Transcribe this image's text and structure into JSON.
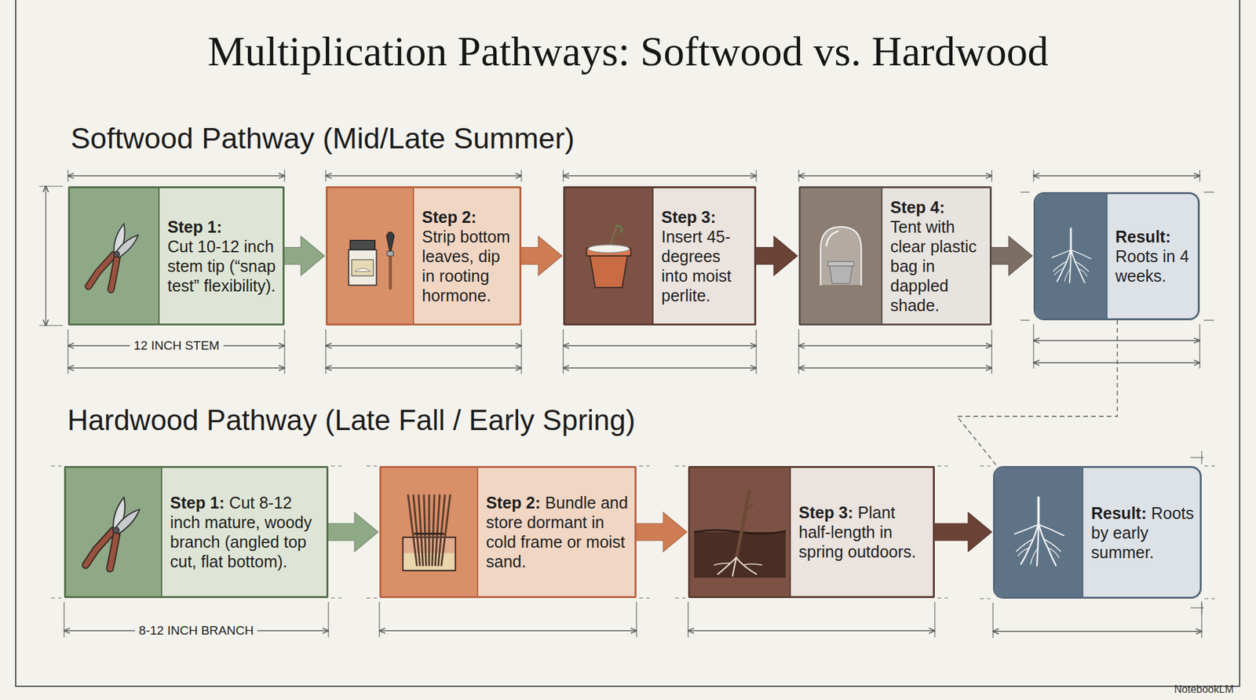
{
  "diagram": {
    "title": "Multiplication Pathways: Softwood vs. Hardwood",
    "nodes": [
      {
        "text": [
          "Step 1:",
          "Cut 10-12 inch stem tip (“snap test” flexibility)."
        ]
      },
      {
        "text": [
          "Step 2:",
          "Strip bottom leaves, dip in rooting hormone."
        ]
      },
      {
        "text": [
          "Step 3:",
          "Insert 45-degrees into moist perlite."
        ]
      },
      {
        "text": [
          "Step 4:",
          "Tent with clear plastic bag in dappled shade."
        ]
      },
      {
        "text": [
          "Result:",
          "Roots in 4 weeks."
        ]
      },
      {
        "text": [
          "Step 1:",
          "Cut 8-12 inch mature, woody branch (angled top cut, flat bottom)."
        ]
      },
      {
        "text": [
          "Step 2:",
          "Bundle and store dormant in cold frame or moist sand."
        ]
      },
      {
        "text": [
          "Step 3:",
          "Plant half-length in spring outdoors."
        ]
      },
      {
        "text": [
          "Result:",
          "Roots by early summer."
        ]
      }
    ],
    "edges": [
      {
        "from": 0,
        "to": 1,
        "arrow": "to"
      },
      {
        "from": 1,
        "to": 2,
        "arrow": "to"
      },
      {
        "from": 2,
        "to": 3,
        "arrow": "to"
      },
      {
        "from": 3,
        "to": 4,
        "arrow": "to"
      },
      {
        "from": 5,
        "to": 6,
        "arrow": "to"
      },
      {
        "from": 6,
        "to": 7,
        "arrow": "to"
      },
      {
        "from": 7,
        "to": 8,
        "arrow": "to"
      },
      {
        "from": 3,
        "to": 8,
        "arrow": "none"
      },
      {
        "from": 4,
        "to": 8,
        "arrow": "none"
      }
    ],
    "labels": [
      "Softwood Pathway (Mid/Late Summer)",
      "12 INCH STEM",
      "Hardwood Pathway (Late Fall / Early Spring)",
      "8-12 INCH BRANCH",
      "NotebookLM"
    ]
  }
}
